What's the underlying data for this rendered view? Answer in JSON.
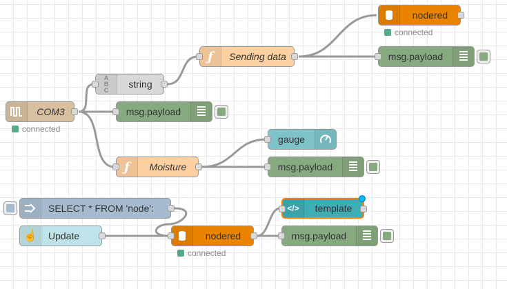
{
  "colors": {
    "serial": "#d8bfa0",
    "debug": "#87a980",
    "function": "#fdd0a2",
    "change": "#d8d8d8",
    "gauge": "#7dc3c9",
    "db": "#e98300",
    "inject": "#a6bbcf",
    "button": "#bfe3e8",
    "template": "#3fadb5",
    "status_ok": "#5a8"
  },
  "nodes": {
    "com3": {
      "label": "COM3",
      "icon": "serial-port-icon",
      "status": "connected"
    },
    "string": {
      "label": "string",
      "icon": "text-abc-icon"
    },
    "debug1": {
      "label": "msg.payload",
      "icon": "debug-bars-icon"
    },
    "sending": {
      "label": "Sending data",
      "icon": "function-icon"
    },
    "nodered_top": {
      "label": "nodered",
      "icon": "database-icon",
      "status": "connected"
    },
    "debug_top": {
      "label": "msg.payload",
      "icon": "debug-bars-icon"
    },
    "moisture": {
      "label": "Moisture",
      "icon": "function-icon"
    },
    "gauge": {
      "label": "gauge",
      "icon": "gauge-icon"
    },
    "debug_moist": {
      "label": "msg.payload",
      "icon": "debug-bars-icon"
    },
    "select": {
      "label": "SELECT * FROM 'node':",
      "icon": "inject-arrow-icon"
    },
    "update": {
      "label": "Update",
      "icon": "hand-pointer-icon"
    },
    "nodered_bottom": {
      "label": "nodered",
      "icon": "database-icon",
      "status": "connected"
    },
    "template": {
      "label": "template",
      "icon": "code-icon"
    },
    "debug_bottom": {
      "label": "msg.payload",
      "icon": "debug-bars-icon"
    }
  }
}
